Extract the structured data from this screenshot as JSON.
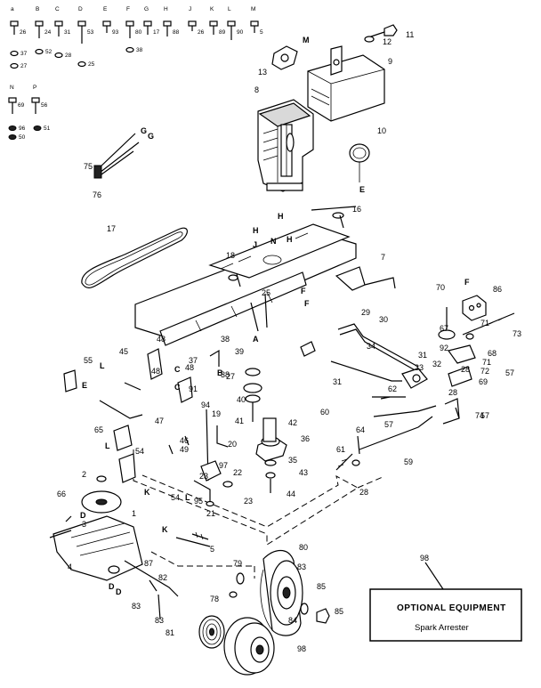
{
  "hardware_row": {
    "letters": [
      "a",
      "B",
      "C",
      "D",
      "E",
      "F",
      "G",
      "H",
      "J",
      "K",
      "L",
      "M"
    ],
    "numbers": [
      "26",
      "24",
      "31",
      "53",
      "93",
      "80",
      "17",
      "88",
      "26",
      "89",
      "90",
      "5"
    ],
    "washer_numbers": [
      "37",
      "27",
      "52",
      "28",
      "25",
      "38"
    ],
    "row2_letters": [
      "N",
      "P"
    ],
    "row2_numbers": [
      "69",
      "56"
    ],
    "row2_washers": [
      "96",
      "50",
      "51"
    ]
  },
  "part_numbers": [
    "1",
    "2",
    "3",
    "4",
    "5",
    "7",
    "8",
    "9",
    "10",
    "11",
    "12",
    "13",
    "16",
    "17",
    "18",
    "19",
    "20",
    "21",
    "22",
    "23",
    "23",
    "25",
    "27",
    "28",
    "28",
    "28",
    "29",
    "30",
    "31",
    "31",
    "32",
    "33",
    "34",
    "35",
    "36",
    "37",
    "38",
    "38",
    "39",
    "40",
    "41",
    "42",
    "43",
    "44",
    "45",
    "46",
    "47",
    "48",
    "48",
    "48",
    "49",
    "54",
    "54",
    "55",
    "57",
    "57",
    "57",
    "59",
    "60",
    "61",
    "62",
    "64",
    "65",
    "66",
    "67",
    "68",
    "69",
    "70",
    "71",
    "71",
    "72",
    "73",
    "74",
    "75",
    "76",
    "78",
    "79",
    "80",
    "81",
    "82",
    "83",
    "83",
    "83",
    "84",
    "85",
    "85",
    "86",
    "87",
    "91",
    "92",
    "94",
    "95",
    "97",
    "98"
  ],
  "reference_letters": [
    "M",
    "G",
    "G",
    "E",
    "H",
    "H",
    "H",
    "N",
    "F",
    "F",
    "F",
    "A",
    "B",
    "C",
    "C",
    "D",
    "D",
    "D",
    "E",
    "K",
    "K",
    "L",
    "L",
    "L",
    "J"
  ],
  "optional_box": {
    "callout": "98",
    "title": "OPTIONAL EQUIPMENT",
    "item": "Spark Arrester"
  }
}
